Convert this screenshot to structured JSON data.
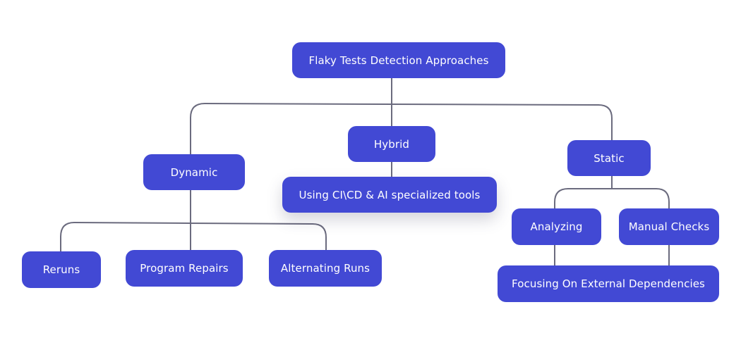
{
  "diagram": {
    "title": "Flaky Tests Detection Approaches",
    "colors": {
      "node_fill": "#4249d4",
      "node_text": "#ffffff",
      "connector": "#6b6b7e",
      "background": "#ffffff"
    },
    "nodes": {
      "root": "Flaky Tests Detection Approaches",
      "dynamic": "Dynamic",
      "hybrid": "Hybrid",
      "static": "Static",
      "hybrid_tools": "Using CI\\CD & AI specialized tools",
      "reruns": "Reruns",
      "program_repairs": "Program Repairs",
      "alternating_runs": "Alternating Runs",
      "analyzing": "Analyzing",
      "manual_checks": "Manual Checks",
      "external_dependencies": "Focusing On External Dependencies"
    },
    "edges": [
      [
        "root",
        "dynamic"
      ],
      [
        "root",
        "hybrid"
      ],
      [
        "root",
        "static"
      ],
      [
        "hybrid",
        "hybrid_tools"
      ],
      [
        "dynamic",
        "reruns"
      ],
      [
        "dynamic",
        "program_repairs"
      ],
      [
        "dynamic",
        "alternating_runs"
      ],
      [
        "static",
        "analyzing"
      ],
      [
        "static",
        "manual_checks"
      ],
      [
        "analyzing",
        "external_dependencies"
      ],
      [
        "manual_checks",
        "external_dependencies"
      ]
    ]
  }
}
